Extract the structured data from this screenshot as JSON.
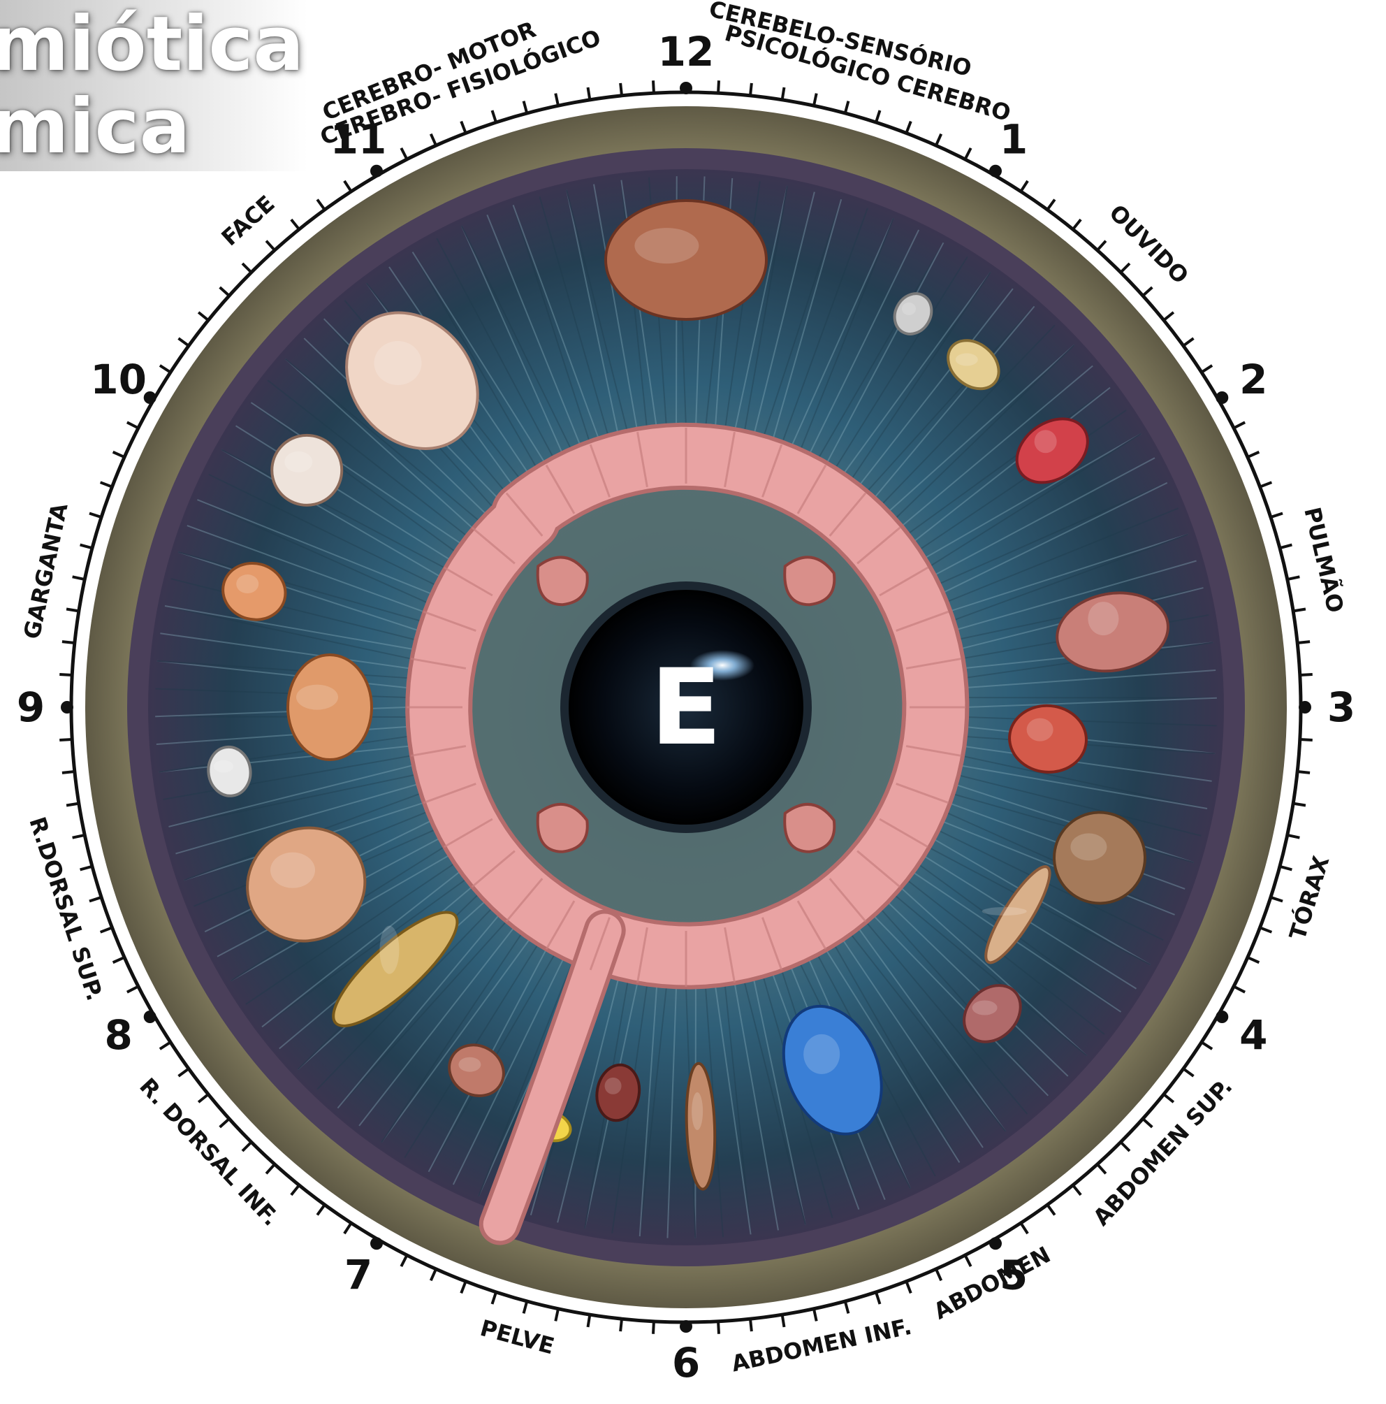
{
  "page_title": {
    "line1": "miótica",
    "line2": "mica"
  },
  "center_letter": "E",
  "hours": [
    {
      "label": "12",
      "deg": 0
    },
    {
      "label": "1",
      "deg": 30
    },
    {
      "label": "2",
      "deg": 60
    },
    {
      "label": "3",
      "deg": 90
    },
    {
      "label": "4",
      "deg": 120
    },
    {
      "label": "5",
      "deg": 150
    },
    {
      "label": "6",
      "deg": 180
    },
    {
      "label": "7",
      "deg": 210
    },
    {
      "label": "8",
      "deg": 240
    },
    {
      "label": "9",
      "deg": 270
    },
    {
      "label": "10",
      "deg": 300
    },
    {
      "label": "11",
      "deg": 330
    }
  ],
  "zones": [
    {
      "text": "CEREBRO- MOTOR",
      "deg": -22
    },
    {
      "text": "CEREBRO- FISIOLÓGICO",
      "deg": -20
    },
    {
      "text": "CEREBELO-SENSÓRIO",
      "deg": 13
    },
    {
      "text": "PSICOLÓGICO CEREBRO",
      "deg": 16
    },
    {
      "text": "OUVIDO",
      "deg": 45
    },
    {
      "text": "PULMÃO",
      "deg": 77
    },
    {
      "text": "TÓRAX",
      "deg": 107
    },
    {
      "text": "ABDOMEN SUP.",
      "deg": 133
    },
    {
      "text": "ABDOMEN",
      "deg": 152
    },
    {
      "text": "ABDOMEN INF.",
      "deg": 168
    },
    {
      "text": "PELVE",
      "deg": 195
    },
    {
      "text": "R. DORSAL INF.",
      "deg": 227
    },
    {
      "text": "R.DORSAL SUP.",
      "deg": 252
    },
    {
      "text": "GARGANTA",
      "deg": 282
    },
    {
      "text": "FACE",
      "deg": 318
    }
  ],
  "organs": [
    {
      "name": "brain",
      "deg": 0
    },
    {
      "name": "pineal",
      "deg": 30
    },
    {
      "name": "ear",
      "deg": 40
    },
    {
      "name": "throat-red",
      "deg": 55
    },
    {
      "name": "lung",
      "deg": 80
    },
    {
      "name": "heart",
      "deg": 95
    },
    {
      "name": "ribcage",
      "deg": 110
    },
    {
      "name": "arm",
      "deg": 122
    },
    {
      "name": "liver",
      "deg": 135
    },
    {
      "name": "body-torso",
      "deg": 158
    },
    {
      "name": "leg",
      "deg": 178
    },
    {
      "name": "kidney",
      "deg": 190
    },
    {
      "name": "pancreas",
      "deg": 198
    },
    {
      "name": "bladder",
      "deg": 210
    },
    {
      "name": "spine",
      "deg": 228
    },
    {
      "name": "back-muscles",
      "deg": 245
    },
    {
      "name": "larynx",
      "deg": 262
    },
    {
      "name": "bronchi",
      "deg": 270
    },
    {
      "name": "thyroid",
      "deg": 285
    },
    {
      "name": "mouth",
      "deg": 302
    },
    {
      "name": "head-face",
      "deg": 320
    }
  ],
  "colors": {
    "iris_outer": "#2a4a5a",
    "iris_inner": "#3a6f85",
    "rim": "#6e6a52",
    "limbus": "#4a3f5a",
    "intestine": "#e9a3a3",
    "pupil": "#050a12"
  }
}
